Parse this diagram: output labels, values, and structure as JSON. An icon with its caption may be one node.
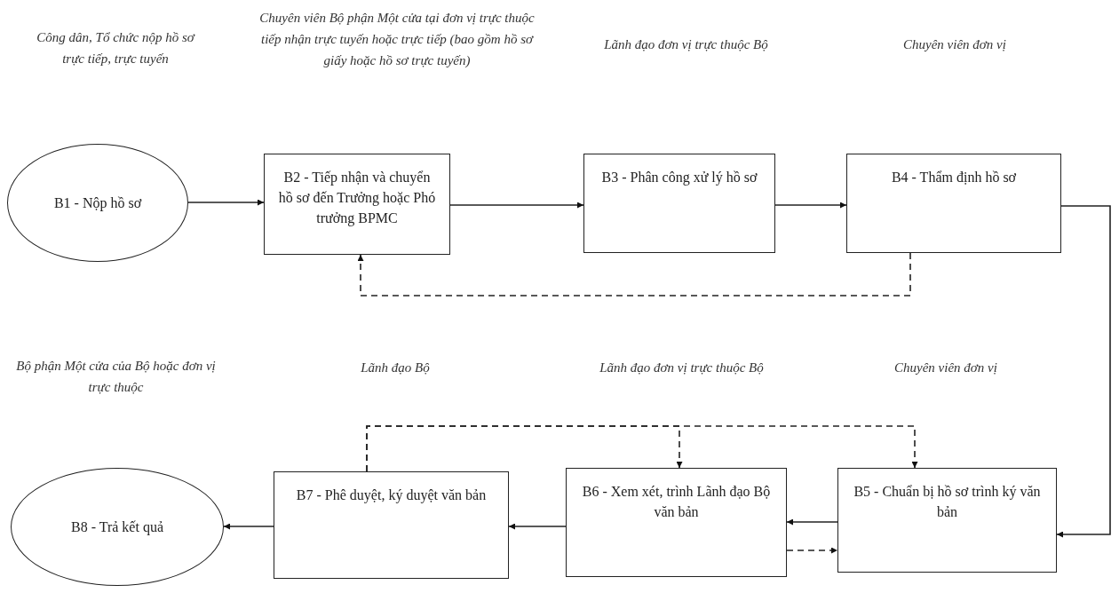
{
  "diagram": {
    "nodes": [
      {
        "text": [
          "B1 - Nộp hồ sơ"
        ]
      },
      {
        "text": [
          "B2 - Tiếp nhận và chuyển hồ sơ đến Trưởng hoặc Phó trưởng BPMC"
        ]
      },
      {
        "text": [
          "B3 - Phân công xử lý hồ sơ"
        ]
      },
      {
        "text": [
          "B4 - Thẩm định hồ sơ"
        ]
      },
      {
        "text": [
          "B5 - Chuẩn bị hồ sơ trình ký văn bản"
        ]
      },
      {
        "text": [
          "B6 - Xem xét, trình Lãnh đạo Bộ văn bản"
        ]
      },
      {
        "text": [
          "B7 - Phê duyệt, ký duyệt văn bản"
        ]
      },
      {
        "text": [
          "B8 - Trả kết quả"
        ]
      }
    ],
    "edges": [
      {
        "from": 0,
        "to": 1,
        "arrow": "to"
      },
      {
        "from": 1,
        "to": 2,
        "arrow": "to"
      },
      {
        "from": 2,
        "to": 3,
        "arrow": "to"
      },
      {
        "from": 3,
        "to": 1,
        "arrow": "to",
        "style": "dashed"
      },
      {
        "from": 3,
        "to": 4,
        "arrow": "to"
      },
      {
        "from": 4,
        "to": 5,
        "arrow": "to"
      },
      {
        "from": 5,
        "to": 4,
        "arrow": "to",
        "style": "dashed"
      },
      {
        "from": 5,
        "to": 6,
        "arrow": "to"
      },
      {
        "from": 6,
        "to": 7,
        "arrow": "to"
      },
      {
        "from": 6,
        "to": 4,
        "arrow": "to",
        "style": "dashed"
      },
      {
        "from": 6,
        "to": 5,
        "arrow": "to",
        "style": "dashed"
      }
    ],
    "labels": [
      "Công dân, Tổ chức nộp hồ sơ trực tiếp, trực tuyến",
      "Chuyên viên Bộ phận Một cửa tại đơn vị trực thuộc tiếp nhận trực tuyến hoặc trực tiếp (bao gồm hồ sơ giấy hoặc hồ sơ trực tuyến)",
      "Lãnh đạo đơn vị trực thuộc Bộ",
      "Chuyên viên đơn vị",
      "Bộ phận Một cửa của Bộ hoặc đơn vị trực thuộc",
      "Lãnh đạo Bộ",
      "Lãnh đạo đơn vị trực thuộc Bộ",
      "Chuyên viên đơn vị"
    ]
  }
}
